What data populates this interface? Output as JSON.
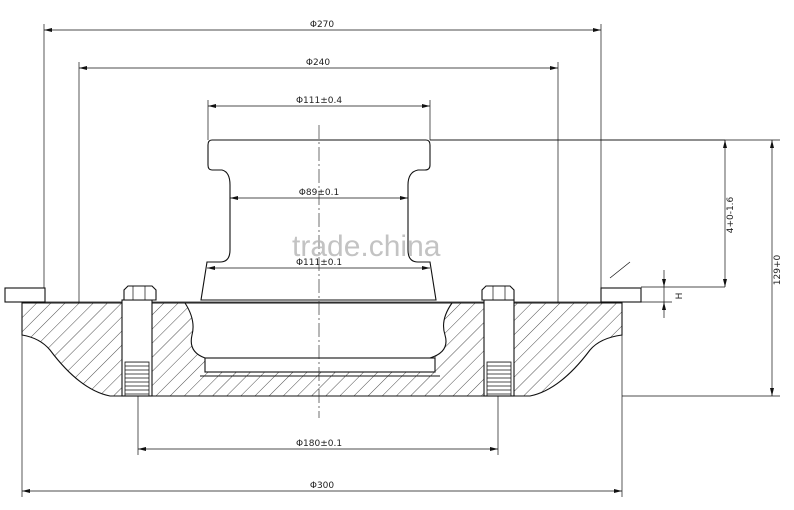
{
  "dimensions": {
    "d270": "Φ270",
    "d240": "Φ240",
    "d111": "Φ111±0.4",
    "d89": "Φ89±0.1",
    "d111_lower": "Φ111±0.1",
    "d180": "Φ180±0.1",
    "d300": "Φ300",
    "h_label": "H",
    "v_4": "4+0-1.6",
    "v_129": "129+0"
  },
  "watermark": "trade.china"
}
